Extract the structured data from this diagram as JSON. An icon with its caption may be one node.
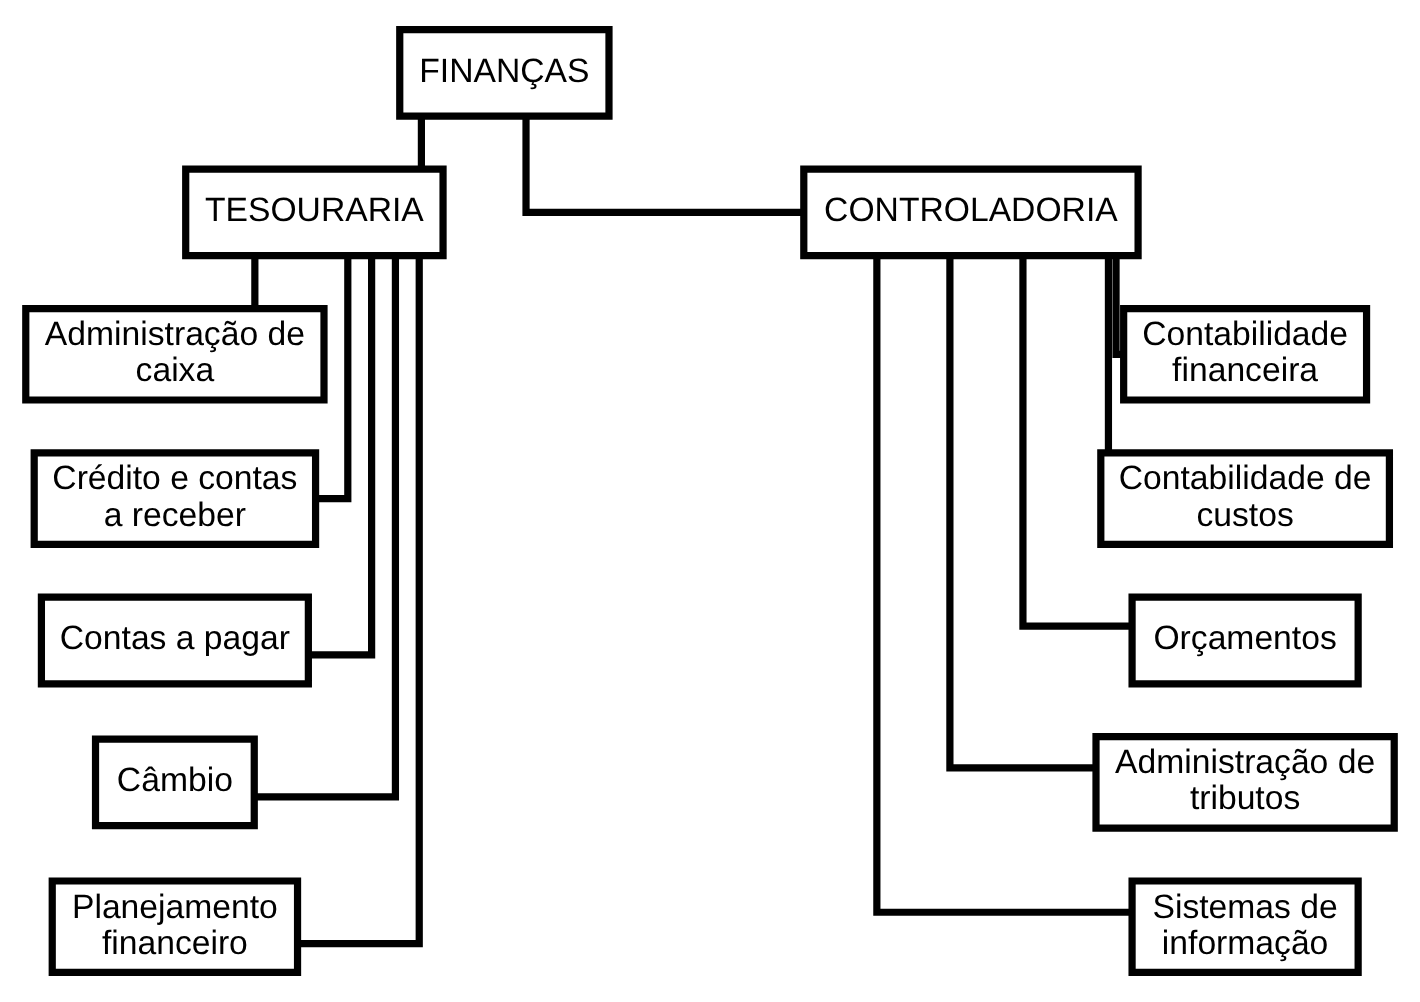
{
  "diagram": {
    "nodes": [
      {
        "text": [
          "FINANÇAS"
        ]
      },
      {
        "text": [
          "TESOURARIA"
        ]
      },
      {
        "text": [
          "CONTROLADORIA"
        ]
      },
      {
        "text": [
          "Administração de caixa"
        ]
      },
      {
        "text": [
          "Crédito e contas a receber"
        ]
      },
      {
        "text": [
          "Contas a pagar"
        ]
      },
      {
        "text": [
          "Câmbio"
        ]
      },
      {
        "text": [
          "Planejamento financeiro"
        ]
      },
      {
        "text": [
          "Contabilidade financeira"
        ]
      },
      {
        "text": [
          "Contabilidade de custos"
        ]
      },
      {
        "text": [
          "Orçamentos"
        ]
      },
      {
        "text": [
          "Administração de tributos"
        ]
      },
      {
        "text": [
          "Sistemas de informação"
        ]
      }
    ],
    "edges": [
      {
        "from": 0,
        "to": 1,
        "arrow": "none"
      },
      {
        "from": 0,
        "to": 2,
        "arrow": "none"
      },
      {
        "from": 1,
        "to": 3,
        "arrow": "none"
      },
      {
        "from": 1,
        "to": 4,
        "arrow": "none"
      },
      {
        "from": 1,
        "to": 5,
        "arrow": "none"
      },
      {
        "from": 1,
        "to": 6,
        "arrow": "none"
      },
      {
        "from": 1,
        "to": 7,
        "arrow": "none"
      },
      {
        "from": 2,
        "to": 8,
        "arrow": "none"
      },
      {
        "from": 2,
        "to": 9,
        "arrow": "none"
      },
      {
        "from": 2,
        "to": 10,
        "arrow": "none"
      },
      {
        "from": 2,
        "to": 11,
        "arrow": "none"
      },
      {
        "from": 2,
        "to": 12,
        "arrow": "none"
      }
    ]
  }
}
